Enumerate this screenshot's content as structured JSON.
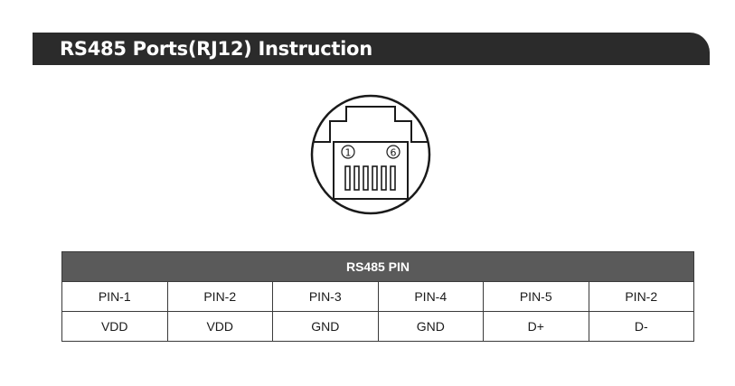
{
  "header": {
    "title": "RS485 Ports(RJ12) Instruction"
  },
  "diagram": {
    "icon": "rj12-port-icon",
    "pin_first_label": "1",
    "pin_last_label": "6"
  },
  "pin_table": {
    "title": "RS485 PIN",
    "pins": [
      "PIN-1",
      "PIN-2",
      "PIN-3",
      "PIN-4",
      "PIN-5",
      "PIN-2"
    ],
    "signals": [
      "VDD",
      "VDD",
      "GND",
      "GND",
      "D+",
      "D-"
    ]
  }
}
